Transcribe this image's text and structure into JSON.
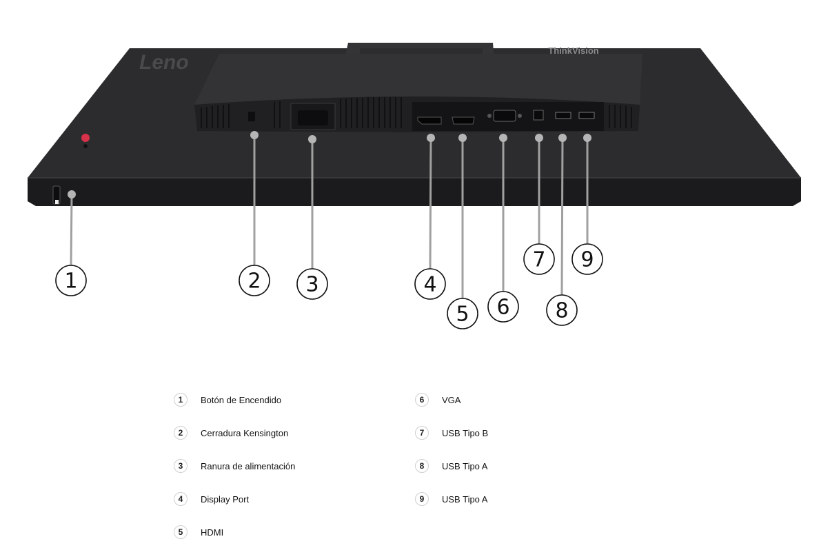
{
  "product": {
    "brand_text": "Leno",
    "model_text": "ThinkVision"
  },
  "colors": {
    "monitor_body": "#2b2b2d",
    "monitor_edge": "#1c1c1e",
    "power_button": "#d8324a",
    "leader_line": "#a0a0a0"
  },
  "callouts": [
    {
      "number": "1",
      "label": "Botón de Encendido"
    },
    {
      "number": "2",
      "label": "Cerradura Kensington"
    },
    {
      "number": "3",
      "label": "Ranura de alimentación"
    },
    {
      "number": "4",
      "label": "Display Port"
    },
    {
      "number": "5",
      "label": "HDMI"
    },
    {
      "number": "6",
      "label": "VGA"
    },
    {
      "number": "7",
      "label": "USB Tipo B"
    },
    {
      "number": "8",
      "label": "USB Tipo A"
    },
    {
      "number": "9",
      "label": "USB Tipo A"
    }
  ]
}
